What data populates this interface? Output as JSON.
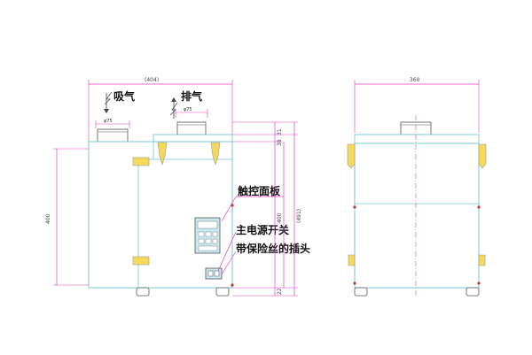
{
  "colors": {
    "outline": "#79c7d8",
    "dimension": "#e040c8",
    "centerline": "#d040d0",
    "handle": "#f5d95a",
    "marker": "#d0302a",
    "panel": "#c9e8f0",
    "text": "#111111"
  },
  "front_view": {
    "top_width_label": "(404)",
    "intake_label": "吸气",
    "exhaust_label": "排气",
    "intake_diameter": "φ75",
    "exhaust_diameter": "φ75",
    "left_height_label": "400",
    "right_dim_top_a": "38",
    "right_dim_top_b": "31",
    "right_dim_mid": "400",
    "right_dim_total": "(491)",
    "right_dim_bottom": "22",
    "panel_label": "触控面板",
    "power_switch_label": "主电源开关",
    "plug_label": "带保险丝的插头"
  },
  "side_view": {
    "top_width_label": "360"
  },
  "icons": [
    "arrow-up-icon",
    "arrow-down-icon"
  ]
}
